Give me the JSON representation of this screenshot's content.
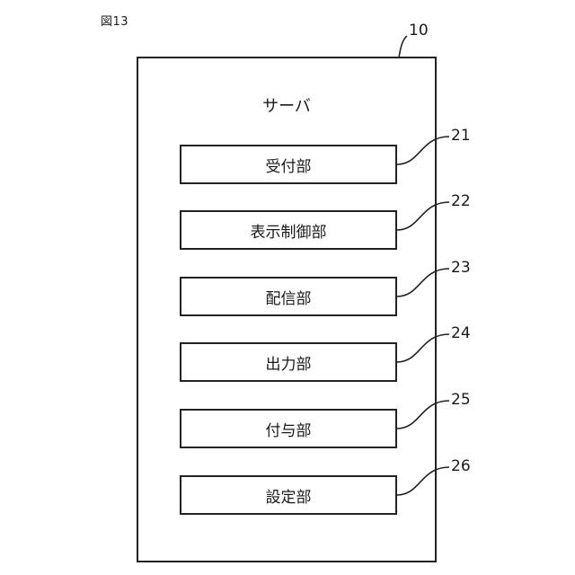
{
  "figure_label": "図13",
  "server": {
    "ref": "10",
    "title": "サーバ"
  },
  "units": [
    {
      "label": "受付部",
      "ref": "21"
    },
    {
      "label": "表示制御部",
      "ref": "22"
    },
    {
      "label": "配信部",
      "ref": "23"
    },
    {
      "label": "出力部",
      "ref": "24"
    },
    {
      "label": "付与部",
      "ref": "25"
    },
    {
      "label": "設定部",
      "ref": "26"
    }
  ]
}
